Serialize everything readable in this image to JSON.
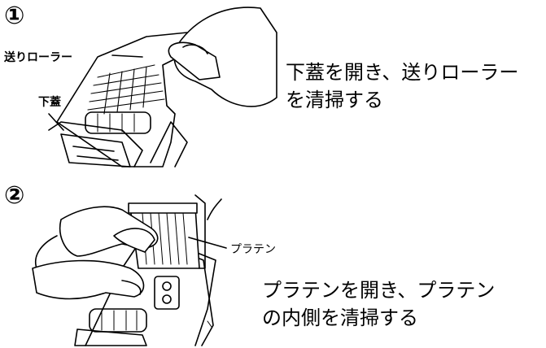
{
  "step1": {
    "number": "①",
    "callout_roller": "送りローラー",
    "callout_lid": "下蓋",
    "instruction_line1": "下蓋を開き、送りローラー",
    "instruction_line2": "を清掃する"
  },
  "step2": {
    "number": "②",
    "callout_platen": "プラテン",
    "instruction_line1": "プラテンを開き、プラテン",
    "instruction_line2": "の内側を清掃する"
  }
}
